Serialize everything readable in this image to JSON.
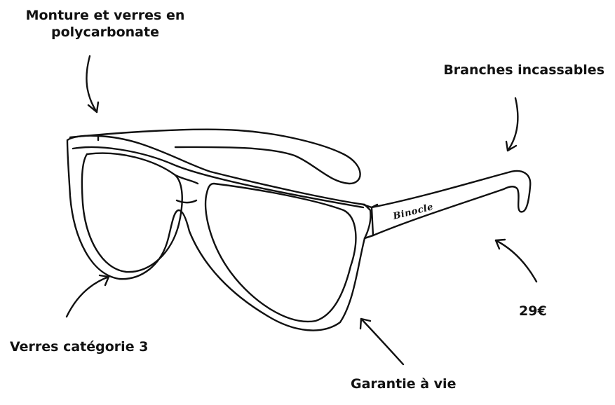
{
  "labels": {
    "frame_line1": "Monture et verres en",
    "frame_line2": "polycarbonate",
    "branches": "Branches incassables",
    "price": "29€",
    "lens_category": "Verres catégorie 3",
    "warranty": "Garantie à vie"
  },
  "brand": "Binocle",
  "colors": {
    "ink": "#111111",
    "background": "#ffffff"
  }
}
